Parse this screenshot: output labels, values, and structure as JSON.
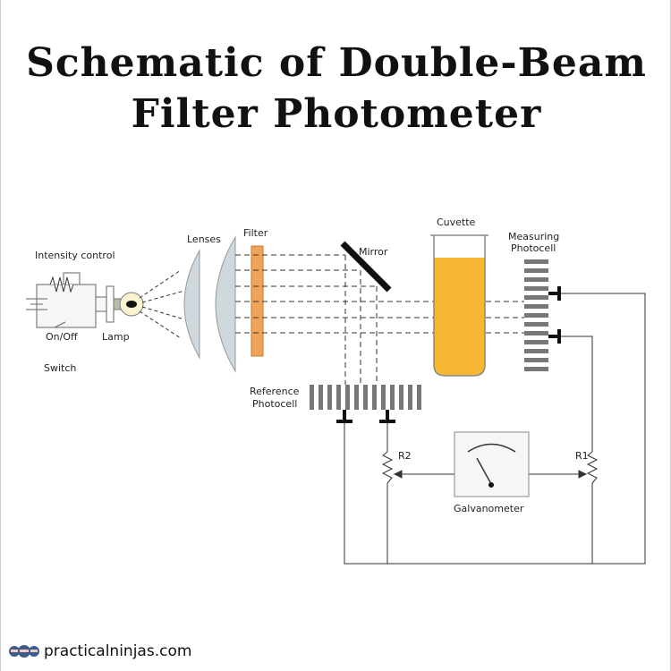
{
  "title": {
    "line1": "Schematic of Double-Beam",
    "line2": "Filter Photometer"
  },
  "labels": {
    "intensity_control": "Intensity control",
    "on_off": "On/Off",
    "switch": "Switch",
    "lamp": "Lamp",
    "lenses": "Lenses",
    "filter": "Filter",
    "mirror": "Mirror",
    "cuvette": "Cuvette",
    "measuring_photocell_1": "Measuring",
    "measuring_photocell_2": "Photocell",
    "reference_photocell_1": "Reference",
    "reference_photocell_2": "Photocell",
    "r1": "R1",
    "r2": "R2",
    "galvanometer": "Galvanometer"
  },
  "colors": {
    "filter": "#f2a35a",
    "liquid": "#f7b733",
    "lens": "#cfd8dc",
    "bulb": "#f8f1d2"
  },
  "footer": {
    "site": "practicalninjas.com",
    "logo_icon": "ninja-heads-icon"
  }
}
